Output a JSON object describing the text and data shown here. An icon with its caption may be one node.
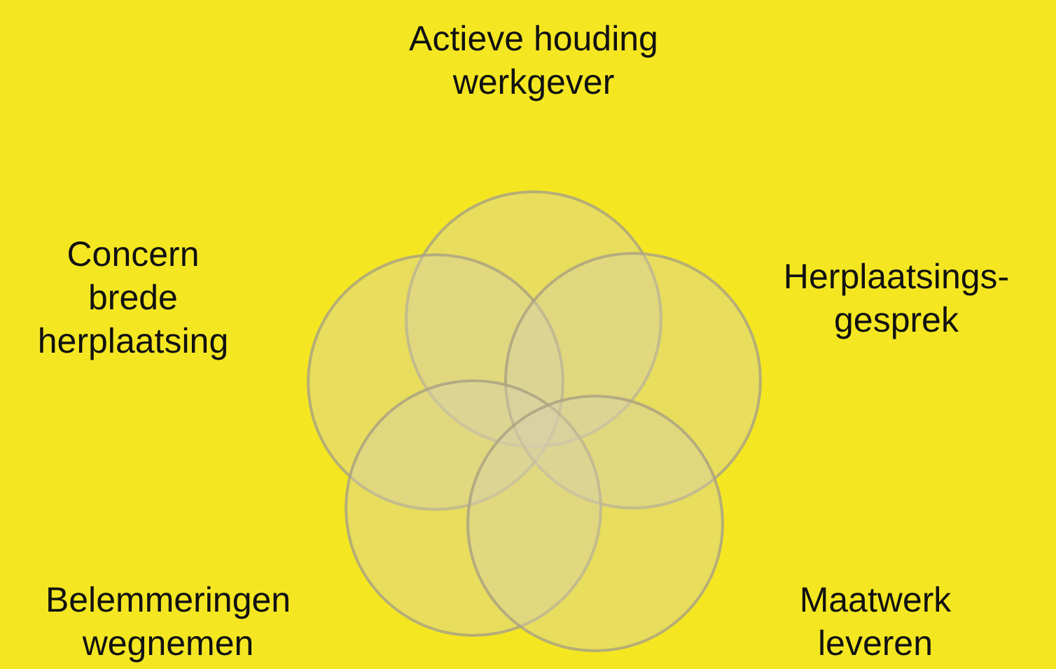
{
  "diagram": {
    "nodes": [
      {
        "text": [],
        "shape": "circle",
        "beside": [
          "Actieve houding werkgever"
        ]
      },
      {
        "text": [],
        "shape": "circle",
        "beside": [
          "Concern brede herplaatsing"
        ]
      },
      {
        "text": [],
        "shape": "circle",
        "beside": [
          "Herplaatsings- gesprek"
        ]
      },
      {
        "text": [],
        "shape": "circle",
        "beside": [
          "Belemmeringen wegnemen"
        ]
      },
      {
        "text": [],
        "shape": "circle",
        "beside": [
          "Maatwerk leveren"
        ]
      }
    ]
  }
}
